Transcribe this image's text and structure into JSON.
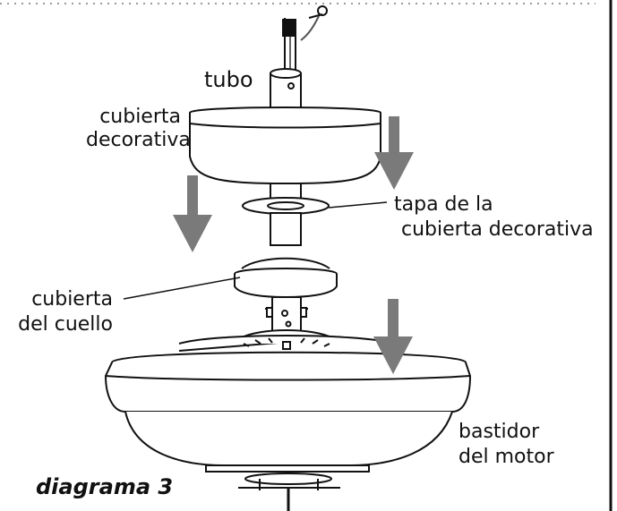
{
  "labels": {
    "tubo": "tubo",
    "cubierta_decorativa_1": "cubierta",
    "cubierta_decorativa_2": "decorativa",
    "tapa_1": "tapa de la",
    "tapa_2": "cubierta decorativa",
    "cuello_1": "cubierta",
    "cuello_2": "del cuello",
    "motor_1": "bastidor",
    "motor_2": "del motor"
  },
  "title": "diagrama 3",
  "colors": {
    "arrow": "#7a7a7a",
    "line": "#111111",
    "border_dots": "#9a9a9a",
    "right_border": "#111111"
  }
}
